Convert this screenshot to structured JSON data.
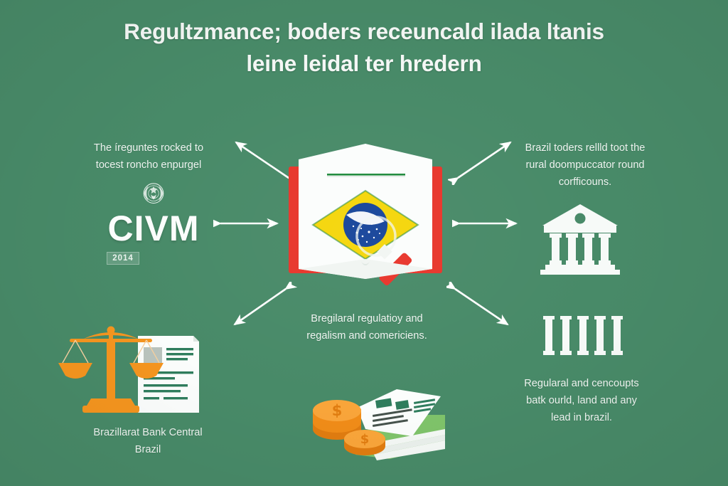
{
  "background_color": "#488a68",
  "title": {
    "lines": [
      "Regultzmance; boders receuncald ilada ltanis",
      "leine leidal ter hredern"
    ]
  },
  "nodes": {
    "top_left": {
      "caption_lines": [
        "The íreguntes rocked to",
        "tocest roncho enpurgel"
      ],
      "logo": {
        "word": "CIVM",
        "year": "2014",
        "emblem_name": "seal-emblem-icon"
      }
    },
    "top_right": {
      "caption_lines": [
        "Brazil toders rellld toot the",
        "rural doompuccator round",
        "corfficouns."
      ],
      "icon_name": "bank-building-icon"
    },
    "center": {
      "caption_lines": [
        "Bregilaral regulatioy and",
        "regalism and comericiens."
      ],
      "icon_name": "open-book-brazil-flag-magnifier-icon"
    },
    "bottom_right": {
      "caption_lines": [
        "Regularal and cencoupts",
        "batk ourld, land and any",
        "lead in brazil."
      ],
      "icon_name": "classical-columns-icon"
    },
    "bottom_left": {
      "caption_lines": [
        "Brazillarat Bank Central",
        "Brazil"
      ],
      "icon_name": "scales-of-justice-document-icon"
    },
    "bottom_center": {
      "icon_name": "coins-money-documents-icon",
      "currency_symbol": "$"
    }
  },
  "colors": {
    "background": "#488a68",
    "text": "#eef4f0",
    "title": "#f4f7f5",
    "accent_orange": "#f5951f",
    "flag_green": "#1f8a3c",
    "flag_yellow": "#f5d60a",
    "flag_blue": "#16449a",
    "book_red": "#e8352b",
    "paper_white": "#fbfdfc",
    "doc_green": "#7fc36a"
  },
  "arrows": {
    "count": 4,
    "style": "double-headed",
    "names": [
      "arrow-center-to-top-left",
      "arrow-center-to-top-right",
      "arrow-center-to-bottom-left",
      "arrow-center-to-bottom-right",
      "arrow-center-to-left",
      "arrow-center-to-right"
    ]
  }
}
